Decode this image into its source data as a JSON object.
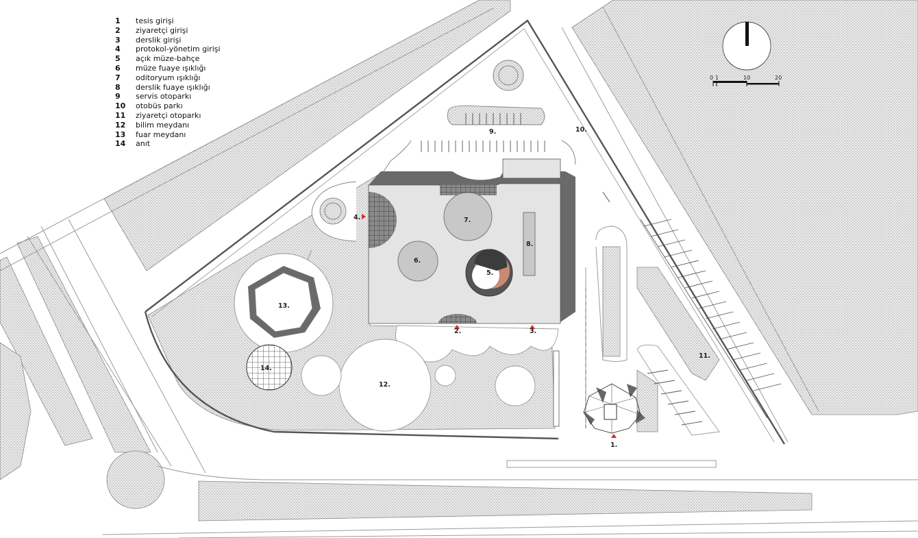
{
  "legend": [
    {
      "num": "1",
      "text": "tesis girişi"
    },
    {
      "num": "2",
      "text": "ziyaretçi girişi"
    },
    {
      "num": "3",
      "text": "derslik girişi"
    },
    {
      "num": "4",
      "text": "protokol-yönetim girişi"
    },
    {
      "num": "5",
      "text": "açık müze-bahçe"
    },
    {
      "num": "6",
      "text": "müze fuaye ışıklığı"
    },
    {
      "num": "7",
      "text": "oditoryum ışıklığı"
    },
    {
      "num": "8",
      "text": "derslik fuaye ışıklığı"
    },
    {
      "num": "9",
      "text": "servis otoparkı"
    },
    {
      "num": "10",
      "text": "otobüs parkı"
    },
    {
      "num": "11",
      "text": "ziyaretçi otoparkı"
    },
    {
      "num": "12",
      "text": "bilim meydanı"
    },
    {
      "num": "13",
      "text": "fuar meydanı"
    },
    {
      "num": "14",
      "text": "anıt"
    }
  ],
  "labels": {
    "l1": "1.",
    "l2": "2.",
    "l3": "3.",
    "l4": "4.",
    "l5": "5.",
    "l6": "6.",
    "l7": "7.",
    "l8": "8.",
    "l9": "9.",
    "l10": "10.",
    "l11": "11.",
    "l12": "12.",
    "l13": "13.",
    "l14": "14."
  },
  "scale": {
    "t0": "0",
    "t1": "1",
    "t10": "10",
    "t20": "20"
  },
  "colors": {
    "hatch": "#c9c9c9",
    "building": "#e4e4e4",
    "dark": "#666666",
    "entrance_marker": "#d42a2a",
    "courtyard": "#c98a72"
  },
  "icons": {
    "north": "north-arrow-icon"
  }
}
